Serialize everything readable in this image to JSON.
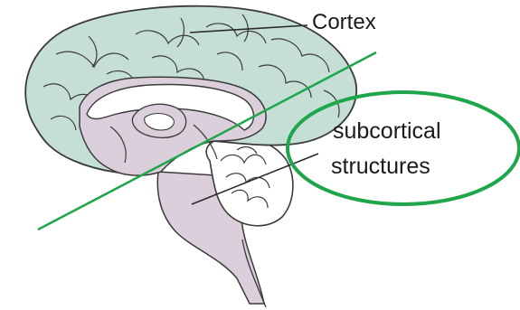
{
  "labels": {
    "cortex": "Cortex",
    "subcortical_line1": "subcortical",
    "subcortical_line2": "structures"
  },
  "colors": {
    "cortex_fill": "#c6dfd6",
    "subcortical_fill": "#dccfdc",
    "outline": "#3a3a3a",
    "highlight_green": "#1fa64a",
    "background": "#ffffff"
  }
}
